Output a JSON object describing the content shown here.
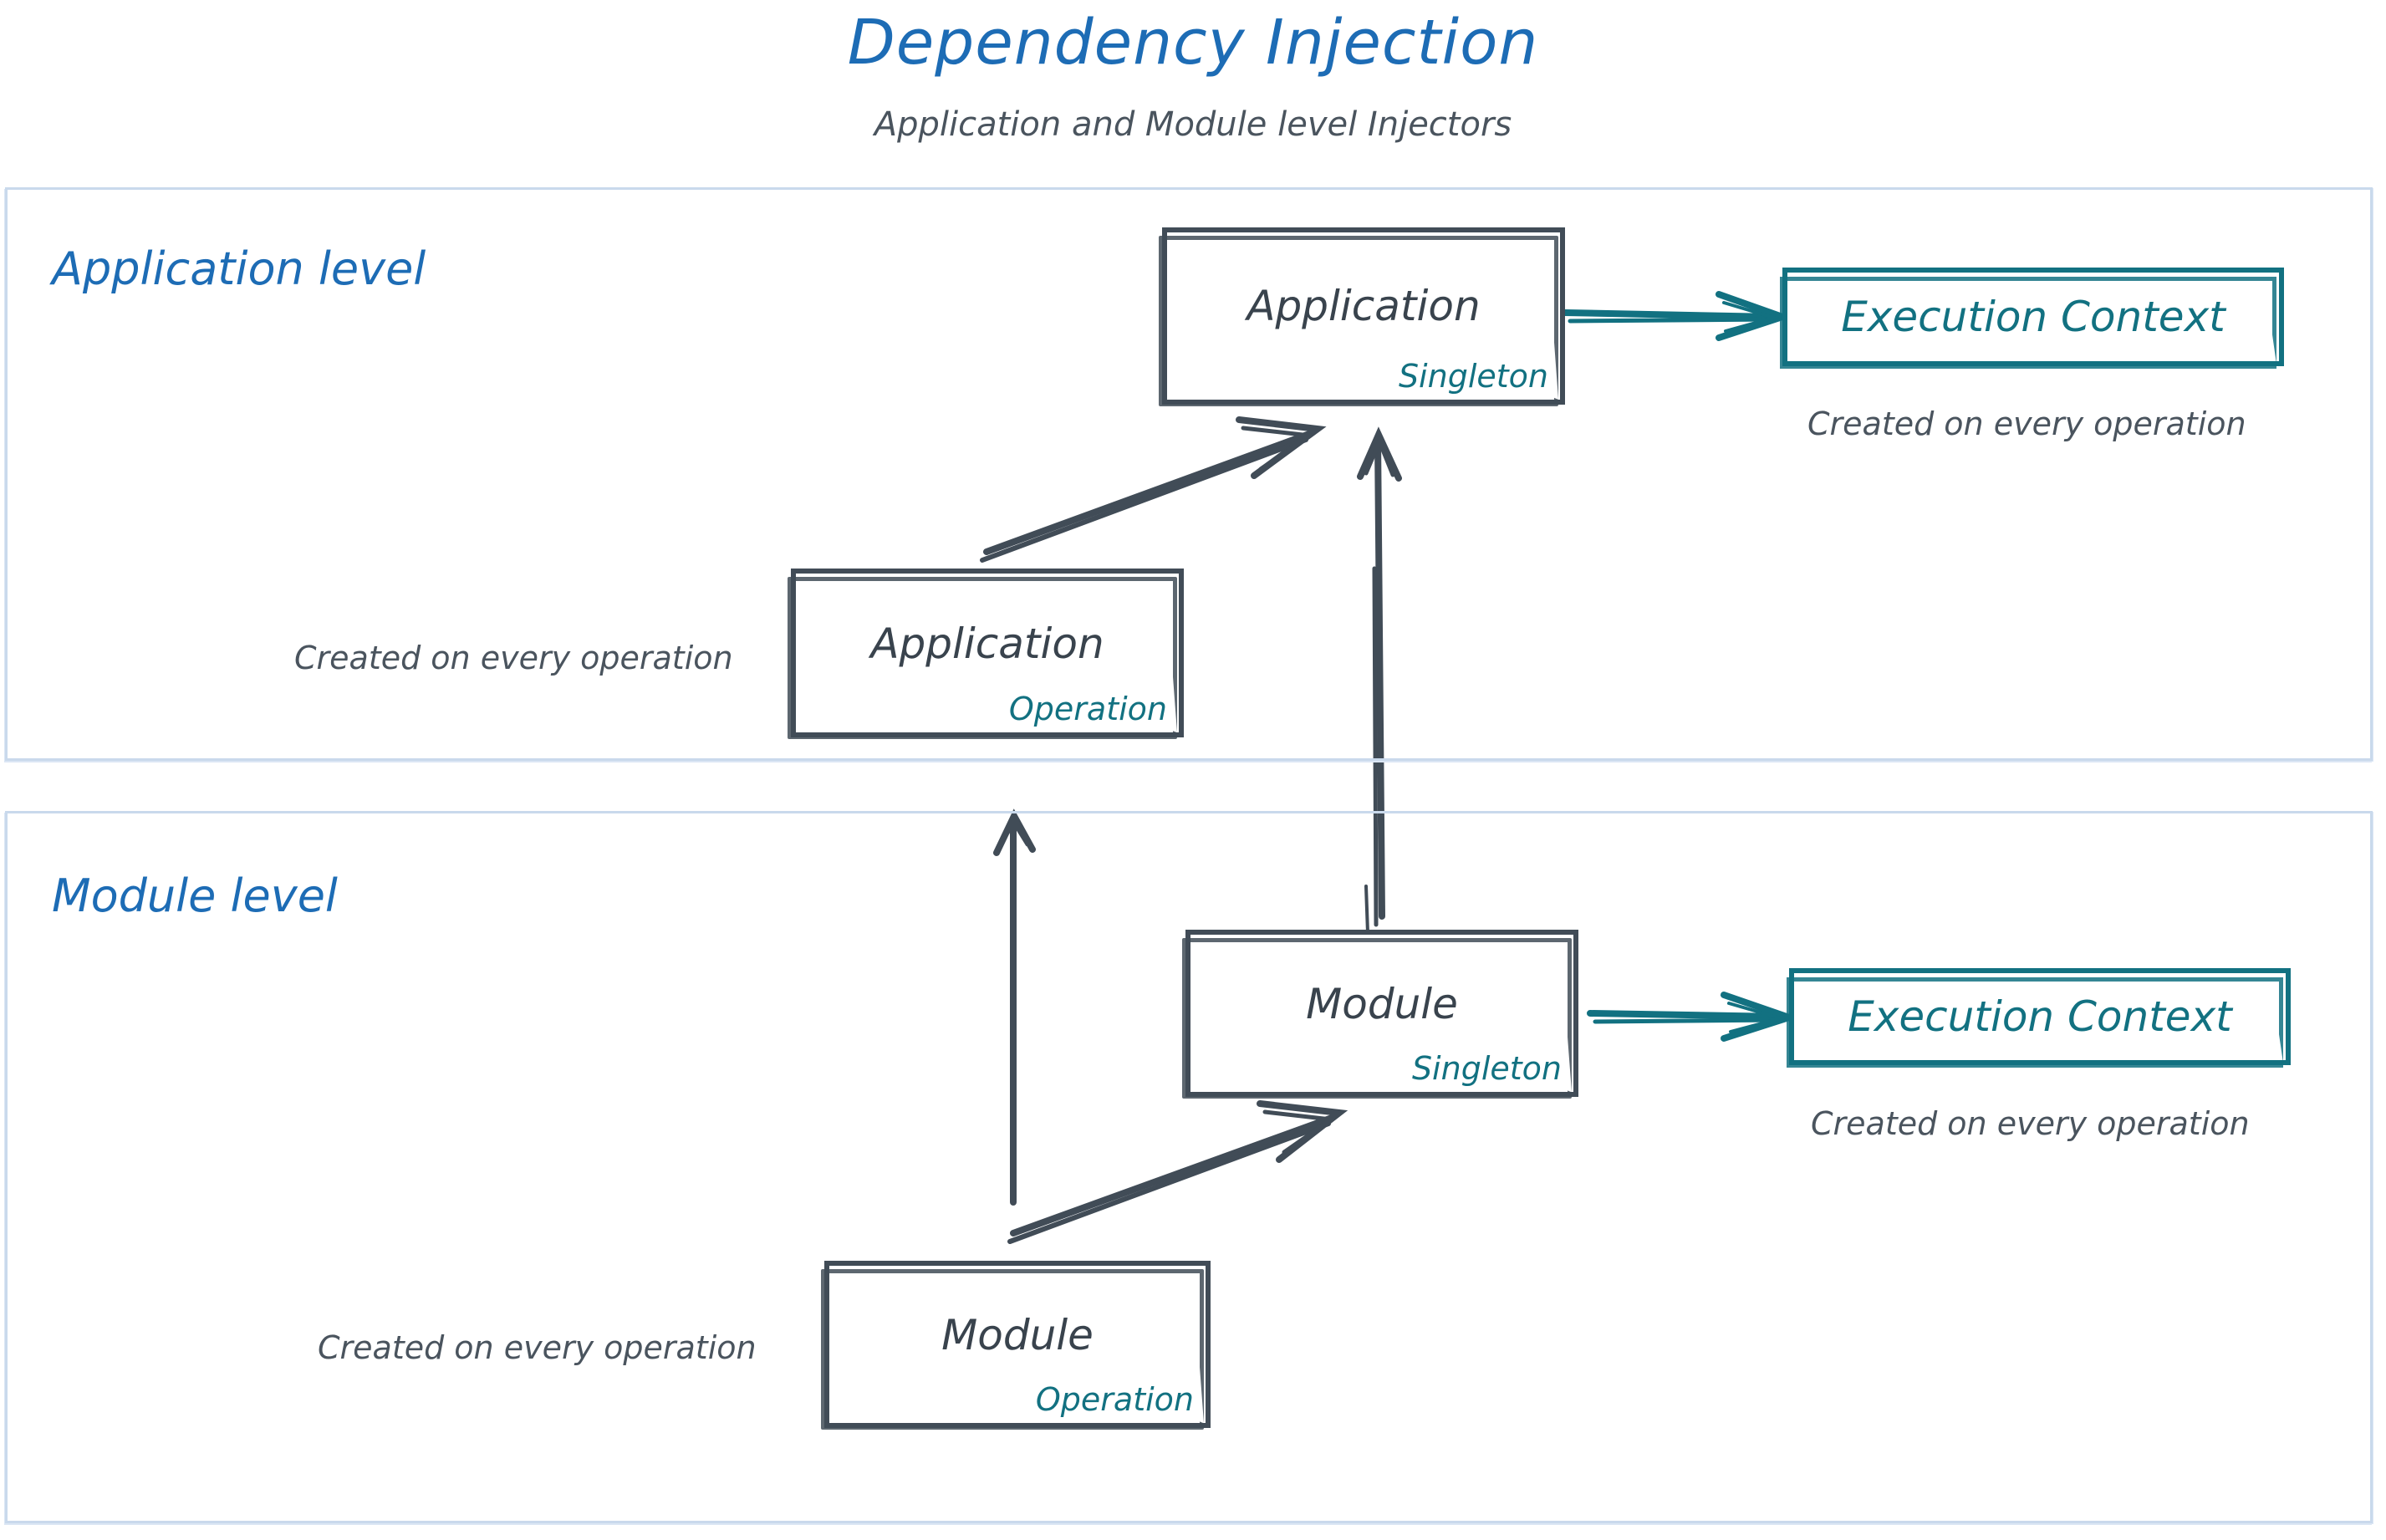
{
  "header": {
    "title": "Dependency Injection",
    "subtitle": "Application and Module level Injectors"
  },
  "colors": {
    "title_blue": "#1d6cb5",
    "level_border": "#c9d9ec",
    "box_border": "#414c57",
    "box_text": "#39434d",
    "teal": "#127181",
    "caption_text": "#4a545e"
  },
  "levels": [
    {
      "id": "application-level",
      "label": "Application level",
      "nodes": [
        {
          "id": "application-singleton",
          "title": "Application",
          "scope": "Singleton",
          "style": "dark"
        },
        {
          "id": "application-execution-context",
          "title": "Execution Context",
          "style": "teal",
          "caption": "Created on every operation"
        },
        {
          "id": "application-operation",
          "title": "Application",
          "scope": "Operation",
          "style": "dark",
          "caption": "Created on every operation"
        }
      ]
    },
    {
      "id": "module-level",
      "label": "Module level",
      "nodes": [
        {
          "id": "module-singleton",
          "title": "Module",
          "scope": "Singleton",
          "style": "dark"
        },
        {
          "id": "module-execution-context",
          "title": "Execution Context",
          "style": "teal",
          "caption": "Created on every operation"
        },
        {
          "id": "module-operation",
          "title": "Module",
          "scope": "Operation",
          "style": "dark",
          "caption": "Created on every operation"
        }
      ]
    }
  ],
  "edges": [
    {
      "id": "app-operation-to-app-singleton",
      "from": "application-operation",
      "to": "application-singleton",
      "color": "#414c57",
      "kind": "diagonal"
    },
    {
      "id": "app-singleton-to-app-execution-context",
      "from": "application-singleton",
      "to": "application-execution-context",
      "color": "#127181",
      "kind": "horizontal"
    },
    {
      "id": "module-singleton-to-app-singleton",
      "from": "module-singleton",
      "to": "application-singleton",
      "color": "#414c57",
      "kind": "vertical"
    },
    {
      "id": "module-operation-to-app-operation",
      "from": "module-operation",
      "to": "application-operation",
      "color": "#414c57",
      "kind": "vertical"
    },
    {
      "id": "module-operation-to-module-singleton",
      "from": "module-operation",
      "to": "module-singleton",
      "color": "#414c57",
      "kind": "diagonal"
    },
    {
      "id": "module-singleton-to-module-execution-context",
      "from": "module-singleton",
      "to": "module-execution-context",
      "color": "#127181",
      "kind": "horizontal"
    }
  ]
}
